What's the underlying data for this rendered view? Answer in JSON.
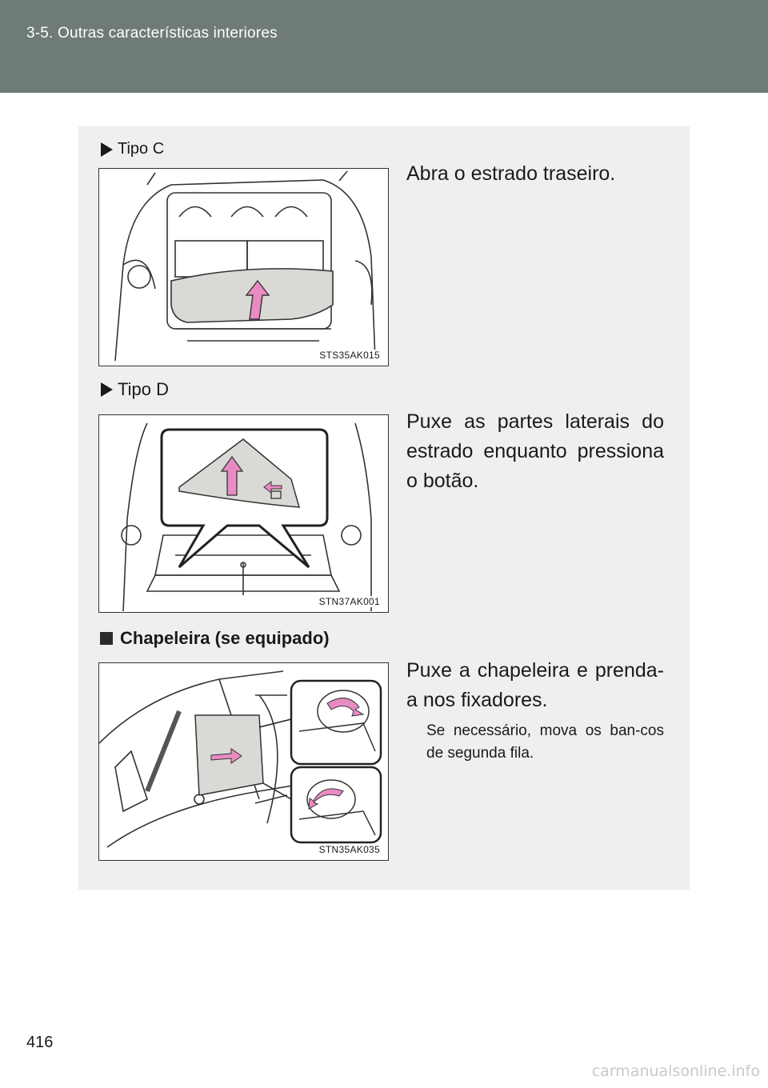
{
  "header": {
    "section_title": "3-5. Outras características interiores"
  },
  "blocks": {
    "type_c": {
      "label": "Tipo C",
      "figure_code": "STS35AK015",
      "instruction": "Abra o estrado traseiro."
    },
    "type_d": {
      "label": "Tipo D",
      "figure_code": "STN37AK001",
      "instruction": "Puxe as partes laterais do estrado enquanto pressiona o botão."
    },
    "tonneau": {
      "heading": "Chapeleira (se equipado)",
      "figure_code": "STN35AK035",
      "instruction": "Puxe a chapeleira e prenda-a nos fixadores.",
      "note": "Se necessário, mova os ban-cos de segunda fila."
    }
  },
  "page_number": "416",
  "watermark": "carmanualsonline.info",
  "colors": {
    "header_bg": "#6f7b78",
    "panel_bg": "#eff0ee",
    "arrow_pink": "#e98bc3"
  }
}
